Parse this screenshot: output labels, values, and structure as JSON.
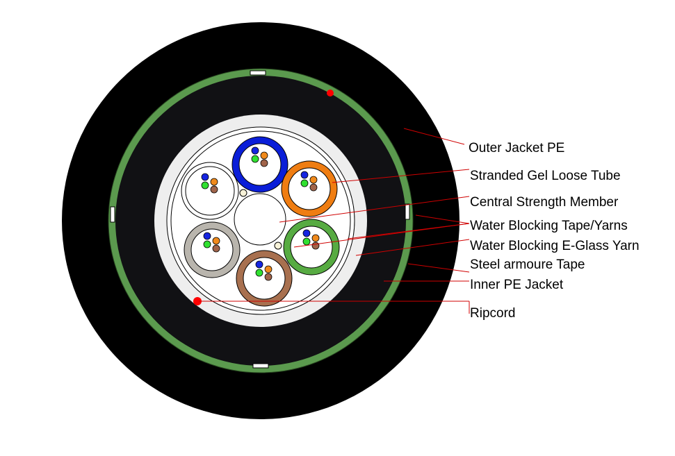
{
  "labels": {
    "outer_jacket": "Outer Jacket PE",
    "loose_tube": "Stranded Gel Loose Tube",
    "strength_member": "Central Strength Member",
    "water_tape": "Water Blocking Tape/Yarns",
    "glass_yarn": "Water Blocking E-Glass Yarn",
    "steel_tape": "Steel armoure Tape",
    "inner_jacket": "Inner PE Jacket",
    "ripcord": "Ripcord"
  },
  "colors": {
    "outer_jacket": "#000000",
    "inner_jacket": "#111114",
    "armour": "#5b9a4e",
    "tape": "#eeeeee",
    "core": "#ffffff",
    "ripcord": "#ff0000",
    "leader": "#d00000",
    "tube_blue": "#0a1ed8",
    "tube_orange": "#ef7d12",
    "tube_green": "#57ab42",
    "tube_brown": "#a8704f",
    "tube_grey": "#b9b5ad",
    "tube_filler": "#ffffff",
    "fiber_blue": "#1524e0",
    "fiber_orange": "#f08a1c",
    "fiber_green": "#30e030",
    "fiber_brown": "#a0644a",
    "glass_yarn": "#f7f2d8"
  },
  "tubes": [
    {
      "name": "blue-loose-tube",
      "color": "tube_blue"
    },
    {
      "name": "orange-loose-tube",
      "color": "tube_orange"
    },
    {
      "name": "green-loose-tube",
      "color": "tube_green"
    },
    {
      "name": "brown-loose-tube",
      "color": "tube_brown"
    },
    {
      "name": "grey-loose-tube",
      "color": "tube_grey"
    },
    {
      "name": "filler-tube",
      "color": "tube_filler"
    }
  ]
}
